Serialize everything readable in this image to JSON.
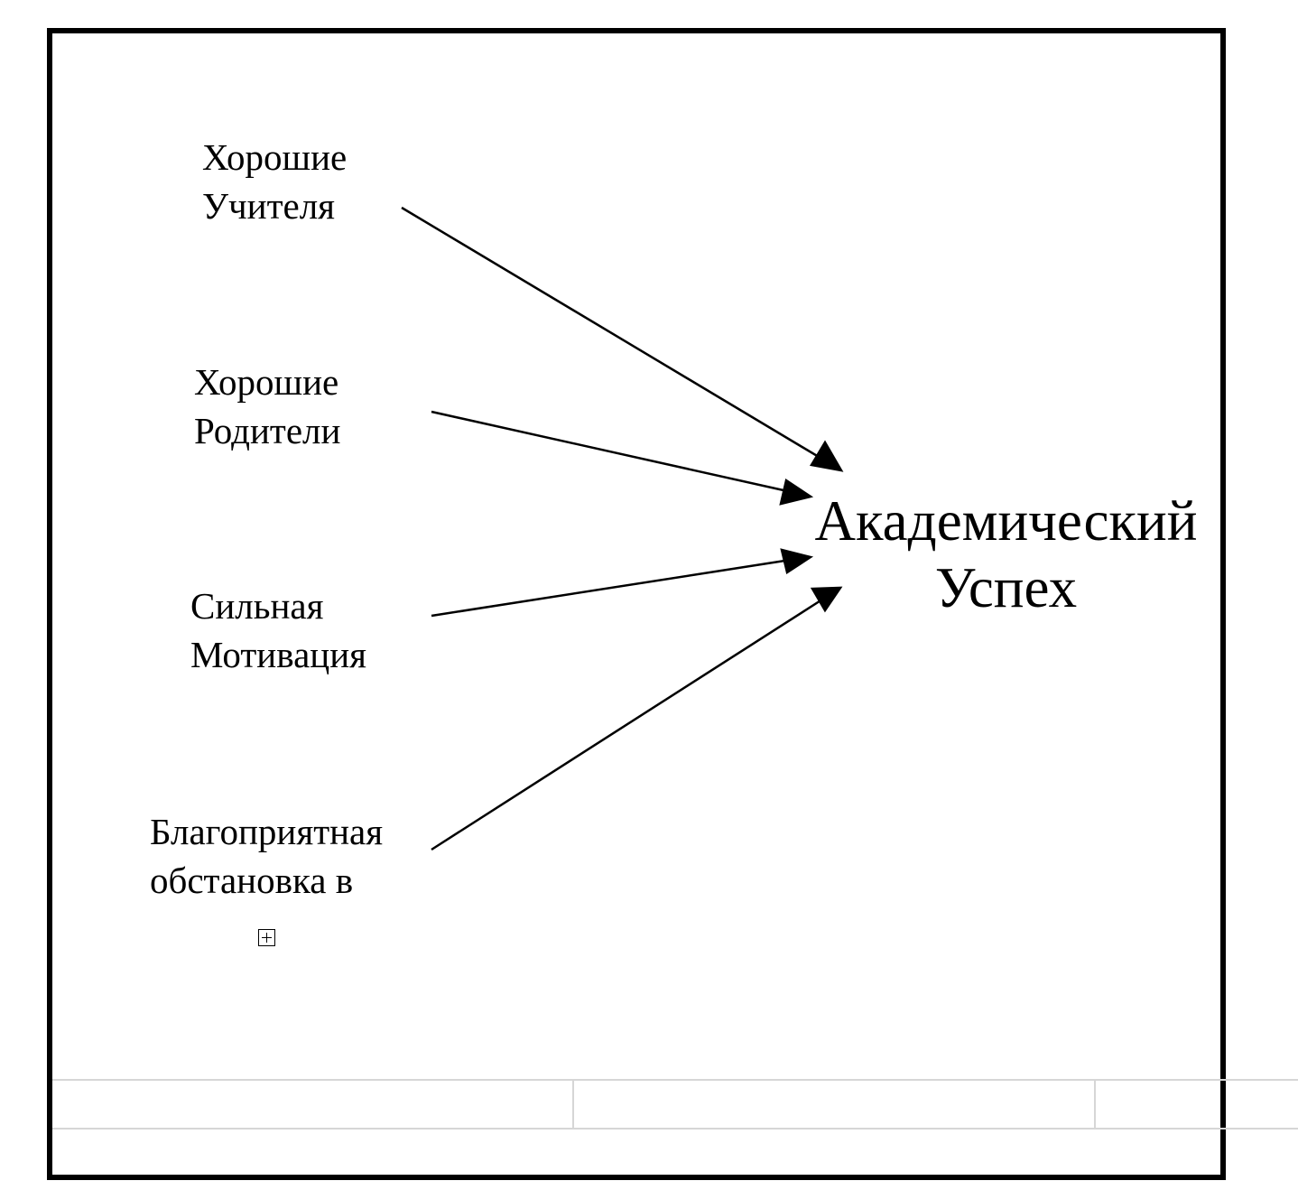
{
  "diagram": {
    "sources": [
      {
        "id": "teachers",
        "line1": "Хорошие",
        "line2": "Учителя"
      },
      {
        "id": "parents",
        "line1": "Хорошие",
        "line2": "Родители"
      },
      {
        "id": "motivation",
        "line1": "Сильная",
        "line2": "Мотивация"
      },
      {
        "id": "environment",
        "line1": "Благоприятная",
        "line2": "обстановка в"
      }
    ],
    "target": {
      "line1": "Академический",
      "line2": "Успех"
    },
    "edges": [
      {
        "from": "teachers",
        "to": "target"
      },
      {
        "from": "parents",
        "to": "target"
      },
      {
        "from": "motivation",
        "to": "target"
      },
      {
        "from": "environment",
        "to": "target"
      }
    ],
    "expand_icon": "plus-box-icon"
  }
}
